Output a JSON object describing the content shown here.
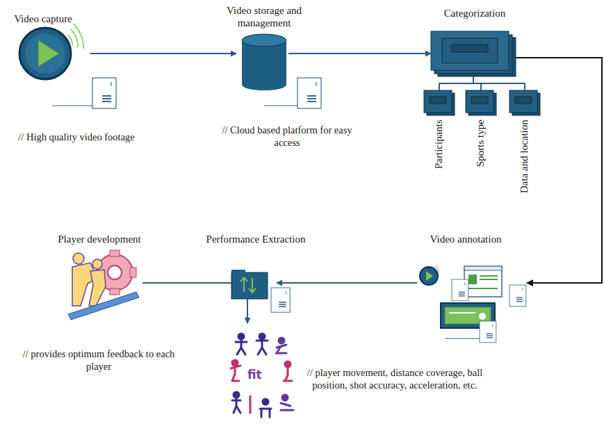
{
  "diagram": {
    "nodes": [
      {
        "text": [
          "Video capture",
          "// High quality video footage"
        ]
      },
      {
        "text": [
          "Video storage and management",
          "// Cloud based platform for easy access"
        ]
      },
      {
        "text": [
          "Categorization"
        ]
      },
      {
        "text": [
          "Participants"
        ]
      },
      {
        "text": [
          "Sports type"
        ]
      },
      {
        "text": [
          "Data and location"
        ]
      },
      {
        "text": [
          "Video annotation"
        ]
      },
      {
        "text": [
          "Performance Extraction"
        ]
      },
      {
        "text": [
          "Player development",
          "// provides optimum feedback to each player"
        ]
      },
      {
        "text": [
          "// player movement, distance coverage, ball position, shot accuracy, acceleration, etc."
        ]
      }
    ],
    "edges": [
      {
        "from": 0,
        "to": 1,
        "arrow": "to"
      },
      {
        "from": 1,
        "to": 2,
        "arrow": "to"
      },
      {
        "from": 2,
        "to": 3,
        "arrow": "none"
      },
      {
        "from": 2,
        "to": 4,
        "arrow": "none"
      },
      {
        "from": 2,
        "to": 5,
        "arrow": "none"
      },
      {
        "from": 2,
        "to": 6,
        "arrow": "to"
      },
      {
        "from": 6,
        "to": 7,
        "arrow": "to"
      },
      {
        "from": 7,
        "to": 8,
        "arrow": "none"
      },
      {
        "from": 7,
        "to": 9,
        "arrow": "to"
      }
    ],
    "labels": [
      "fit"
    ]
  }
}
